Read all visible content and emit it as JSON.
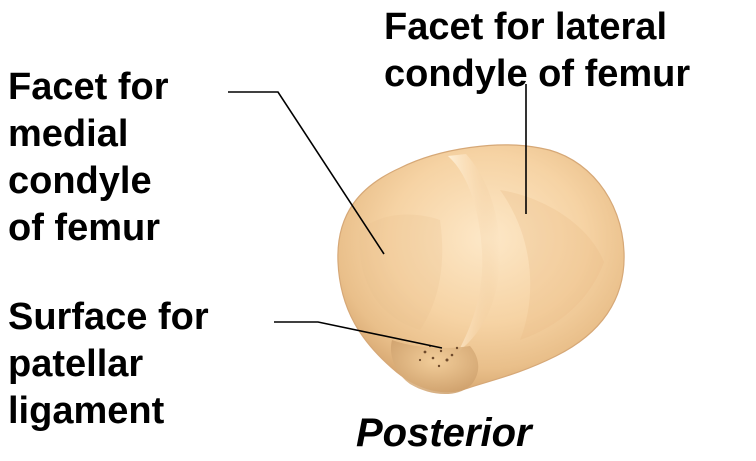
{
  "labels": {
    "medial_facet": {
      "lines": [
        "Facet for",
        "medial",
        "condyle",
        "of femur"
      ]
    },
    "lateral_facet": {
      "lines": [
        "Facet for lateral",
        "condyle of femur"
      ]
    },
    "patellar_surface": {
      "lines": [
        "Surface for",
        "patellar",
        "ligament"
      ]
    },
    "view": "Posterior"
  },
  "colors": {
    "text": "#000000",
    "leader_line": "#000000",
    "bone_light": "#fce3bd",
    "bone_mid": "#efc58f",
    "bone_shadow": "#d5a572",
    "background": "#ffffff"
  }
}
